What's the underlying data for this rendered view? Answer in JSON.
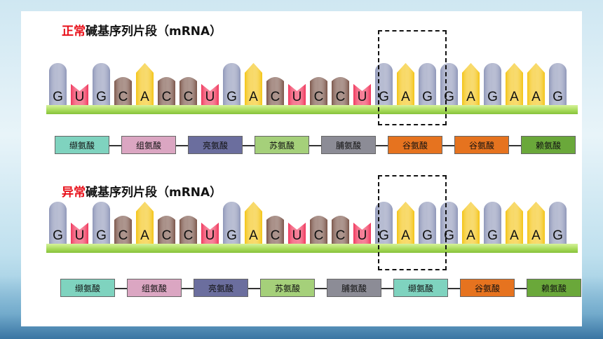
{
  "sections": [
    {
      "title_highlight": "正常",
      "title_rest": "碱基序列片段（mRNA）",
      "bases": [
        "G",
        "U",
        "G",
        "C",
        "A",
        "C",
        "C",
        "U",
        "G",
        "A",
        "C",
        "U",
        "C",
        "C",
        "U",
        "G",
        "A",
        "G",
        "G",
        "A",
        "G",
        "A",
        "A",
        "G"
      ],
      "amino_acids": [
        {
          "label": "缬氨酸",
          "color": "#7fd3bf"
        },
        {
          "label": "组氨酸",
          "color": "#dba6c2"
        },
        {
          "label": "亮氨酸",
          "color": "#6b6e9e"
        },
        {
          "label": "苏氨酸",
          "color": "#a5d07a"
        },
        {
          "label": "脯氨酸",
          "color": "#8c8c96"
        },
        {
          "label": "谷氨酸",
          "color": "#e6731f"
        },
        {
          "label": "谷氨酸",
          "color": "#e6731f"
        },
        {
          "label": "赖氨酸",
          "color": "#6aa83a"
        }
      ]
    },
    {
      "title_highlight": "异常",
      "title_rest": "碱基序列片段（mRNA）",
      "bases": [
        "G",
        "U",
        "G",
        "C",
        "A",
        "C",
        "C",
        "U",
        "G",
        "A",
        "C",
        "U",
        "C",
        "C",
        "U",
        "G",
        "A",
        "G",
        "G",
        "A",
        "G",
        "A",
        "A",
        "G"
      ],
      "amino_acids": [
        {
          "label": "缬氨酸",
          "color": "#7fd3bf"
        },
        {
          "label": "组氨酸",
          "color": "#dba6c2"
        },
        {
          "label": "亮氨酸",
          "color": "#6b6e9e"
        },
        {
          "label": "苏氨酸",
          "color": "#a5d07a"
        },
        {
          "label": "脯氨酸",
          "color": "#8c8c96"
        },
        {
          "label": "缬氨酸",
          "color": "#7fd3bf"
        },
        {
          "label": "谷氨酸",
          "color": "#e6731f"
        },
        {
          "label": "赖氨酸",
          "color": "#6aa83a"
        }
      ]
    }
  ],
  "base_colors": {
    "G": "#8e96b8",
    "U": "#f0345a",
    "C": "#7a5448",
    "A": "#f4c414"
  }
}
